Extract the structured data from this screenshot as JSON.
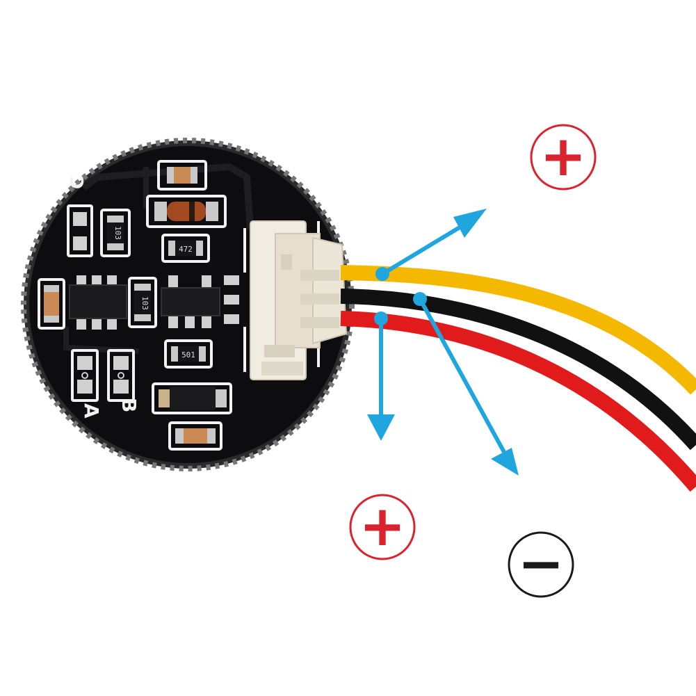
{
  "board": {
    "pad_labels": [
      "C",
      "A",
      "B"
    ],
    "resistor_codes": [
      "103",
      "472",
      "103",
      "501"
    ]
  },
  "wires": [
    {
      "color_name": "yellow",
      "color": "#f5b800"
    },
    {
      "color_name": "black",
      "color": "#111111"
    },
    {
      "color_name": "red",
      "color": "#e11b1b"
    }
  ],
  "callouts": [
    {
      "symbol": "+",
      "color": "#d9232e"
    },
    {
      "symbol": "+",
      "color": "#d9232e"
    },
    {
      "symbol": "−",
      "color": "#1a1a1a"
    }
  ],
  "colors": {
    "pcb": "#0d0d0f",
    "silkscreen": "#f2f2f2",
    "arrow": "#1fa6df",
    "connector": "#f1ece2",
    "background": "#ffffff"
  },
  "icons": [
    "circuit-board",
    "jst-connector",
    "arrow-icon",
    "plus-icon",
    "minus-icon"
  ]
}
